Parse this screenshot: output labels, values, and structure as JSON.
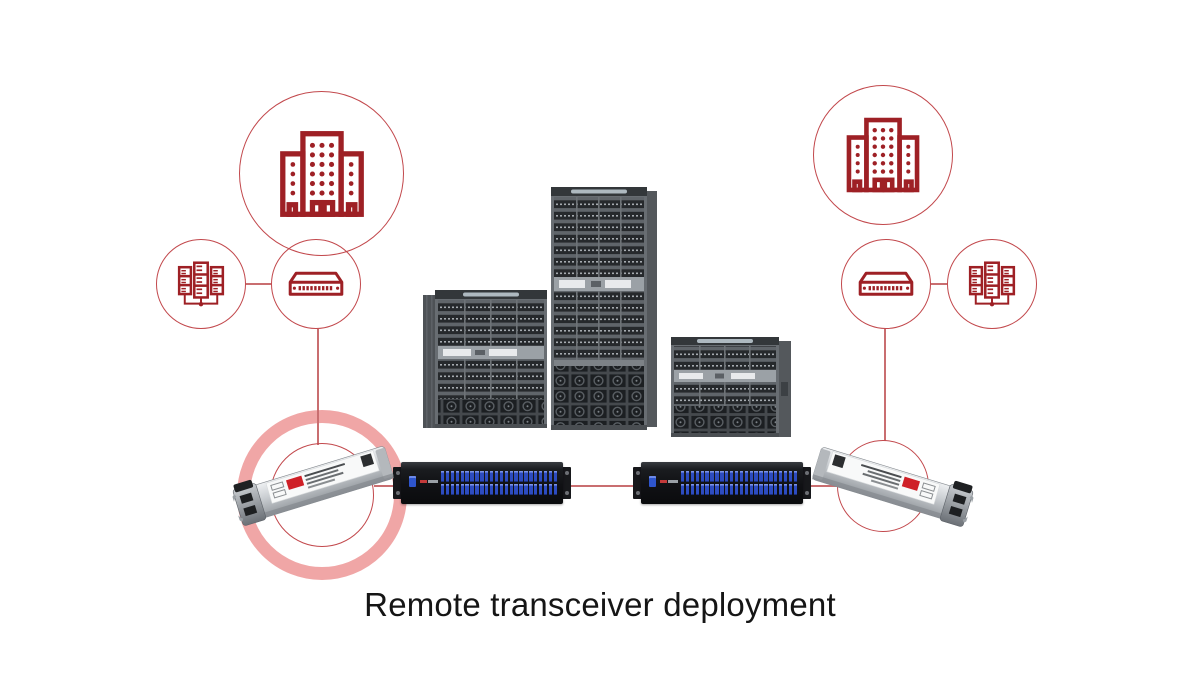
{
  "title": {
    "text": "Remote transceiver deployment"
  },
  "palette": {
    "icon_red": "#9e2025",
    "circle_stroke": "#c2484c",
    "connector_line": "#c96e70",
    "highlight_ring": "#f0a6a6",
    "chassis_gray": "#686d72",
    "panel_black": "#101114",
    "port_blue": "#2d4cc0",
    "title_text": "#151515",
    "background": "#ffffff"
  },
  "diagram": {
    "left_site": {
      "building_icon": "building-icon",
      "servers_icon": "server-rack-icon",
      "switch_icon": "ethernet-switch-icon",
      "transceiver": "sfp-transceiver",
      "transceiver_highlighted": true
    },
    "right_site": {
      "building_icon": "building-icon",
      "servers_icon": "server-rack-icon",
      "switch_icon": "ethernet-switch-icon",
      "transceiver": "sfp-transceiver",
      "transceiver_highlighted": false
    },
    "core": {
      "chassis": [
        "director-chassis-medium",
        "director-chassis-tall",
        "director-chassis-compact"
      ],
      "patch_panels": [
        {
          "name": "fiber-patch-panel-1",
          "port_groups": 12
        },
        {
          "name": "fiber-patch-panel-2",
          "port_groups": 12
        }
      ]
    }
  }
}
